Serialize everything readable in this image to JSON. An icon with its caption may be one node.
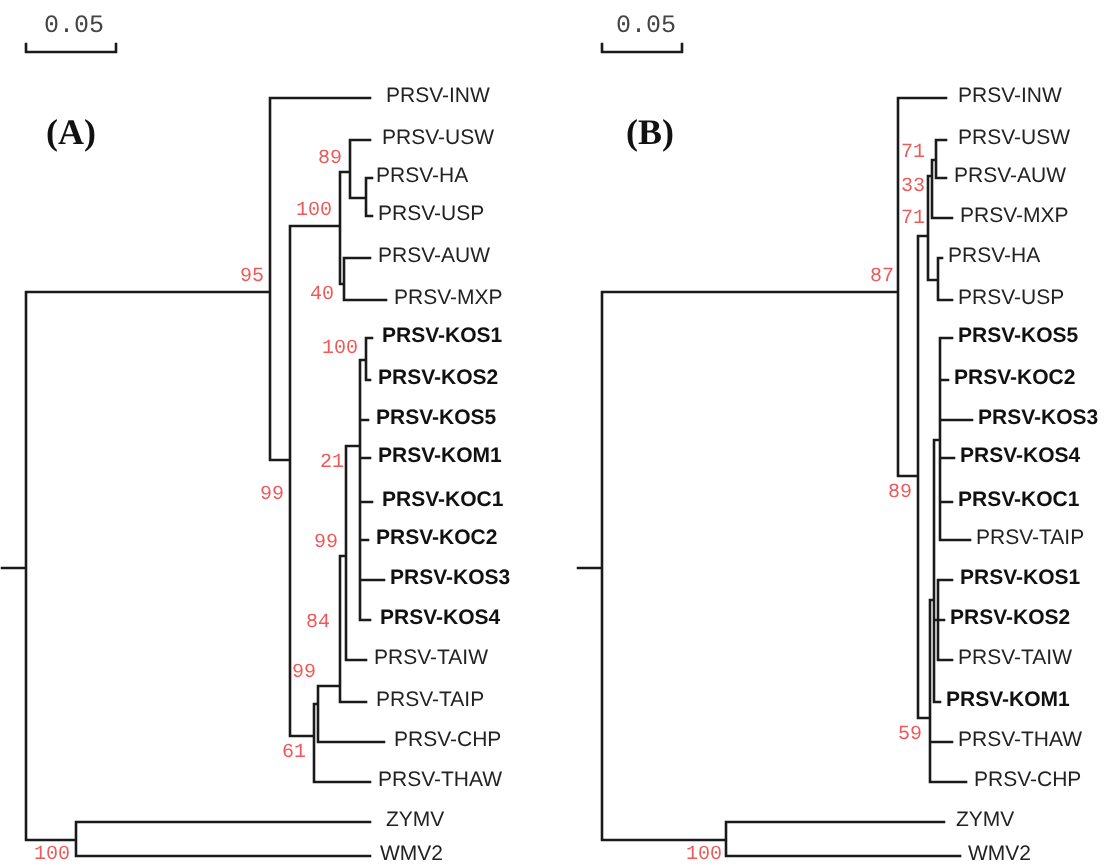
{
  "diagram": {
    "labels": [
      "0.05",
      "(A)",
      "PRSV-INW",
      "PRSV-USW",
      "89",
      "PRSV-HA",
      "PRSV-USP",
      "100",
      "PRSV-AUW",
      "95",
      "40",
      "PRSV-MXP",
      "PRSV-KOS1",
      "100",
      "PRSV-KOS2",
      "PRSV-KOS5",
      "PRSV-KOM1",
      "21",
      "99",
      "PRSV-KOC1",
      "PRSV-KOC2",
      "99",
      "PRSV-KOS3",
      "PRSV-KOS4",
      "84",
      "PRSV-TAIW",
      "99",
      "PRSV-TAIP",
      "PRSV-CHP",
      "61",
      "PRSV-THAW",
      "ZYMV",
      "100",
      "WMV2",
      "0.05",
      "(B)",
      "PRSV-INW",
      "PRSV-USW",
      "71",
      "PRSV-AUW",
      "33",
      "PRSV-MXP",
      "71",
      "PRSV-HA",
      "87",
      "PRSV-USP",
      "PRSV-KOS5",
      "PRSV-KOC2",
      "PRSV-KOS3",
      "PRSV-KOS4",
      "89",
      "PRSV-KOC1",
      "PRSV-TAIP",
      "PRSV-KOS1",
      "PRSV-KOS2",
      "PRSV-TAIW",
      "PRSV-KOM1",
      "59",
      "PRSV-THAW",
      "PRSV-CHP",
      "ZYMV",
      "100",
      "WMV2"
    ]
  }
}
